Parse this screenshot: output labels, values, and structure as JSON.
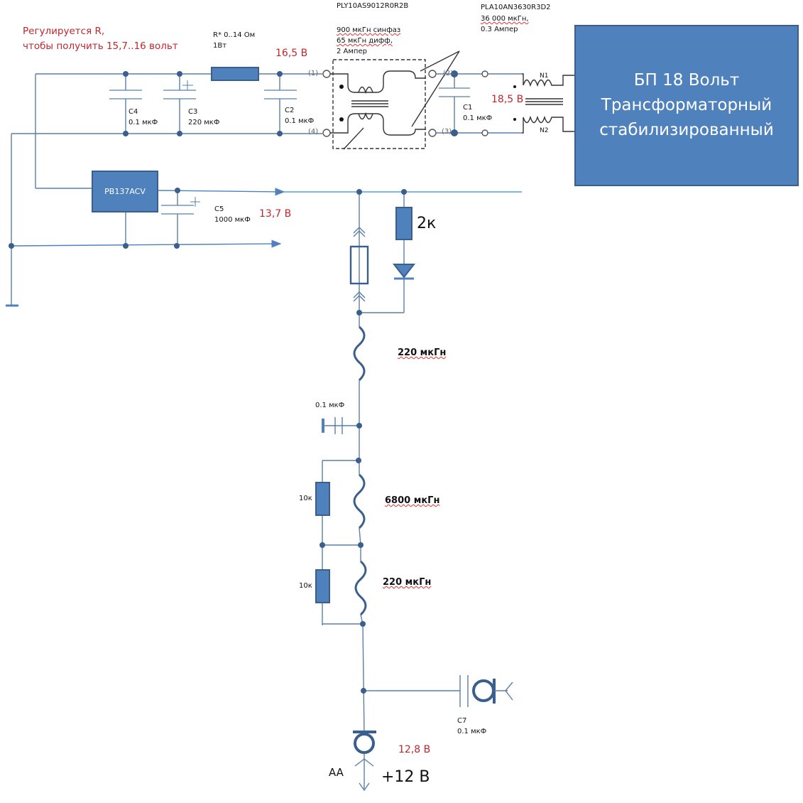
{
  "notes": {
    "adjust_line1": "Регулируется  R,",
    "adjust_line2": "чтобы получить  15,7..16 вольт"
  },
  "resistor_r": {
    "name": "R* 0..14 Ом",
    "power": "1Вт"
  },
  "capacitors": {
    "c4": {
      "ref": "C4",
      "value": "0.1 мкФ"
    },
    "c3": {
      "ref": "C3",
      "value": "220 мкФ"
    },
    "c2": {
      "ref": "C2",
      "value": "0.1 мкФ"
    },
    "c1": {
      "ref": "C1",
      "value": "0.1 мкФ"
    },
    "c5": {
      "ref": "C5",
      "value": "1000 мкФ"
    },
    "c6": {
      "value": "0.1 мкФ"
    },
    "c7": {
      "ref": "C7",
      "value": "0.1 мкФ"
    }
  },
  "choke_cm": {
    "part": "PLY10AS9012R0R2B",
    "line1": "900 мкГн синфаз",
    "line2": "65 мкГн дифф,",
    "line3": "2 Ампер",
    "pins": [
      "(1)",
      "(2)",
      "(3)",
      "(4)"
    ]
  },
  "choke_pla": {
    "part": "PLA10AN3630R3D2",
    "line1": "36 000 мкГн,",
    "line2": "0.3 Ампер",
    "winding1": "N1",
    "winding2": "N2"
  },
  "voltages": {
    "v_after_r": "16,5 В",
    "v_input": "18,5 В",
    "v_reg": "13,7 В",
    "v_out": "12,8 В"
  },
  "psu": {
    "line1": "БП 18 Вольт",
    "line2": "Трансформаторный",
    "line3": "стабилизированный"
  },
  "regulator": {
    "name": "PB137ACV"
  },
  "led_branch": {
    "resistor": "2к"
  },
  "inductors": {
    "l1": "220 мкГн",
    "l2": "6800 мкГн",
    "l3": "220 мкГн"
  },
  "resistors_10k": {
    "r_top": "10к",
    "r_bottom": "10к"
  },
  "output": {
    "connector": "AA",
    "label": "+12 В"
  },
  "colors": {
    "component": "#4f81bd",
    "wire": "#5b7fa8",
    "voltage_text": "#c0272d"
  }
}
